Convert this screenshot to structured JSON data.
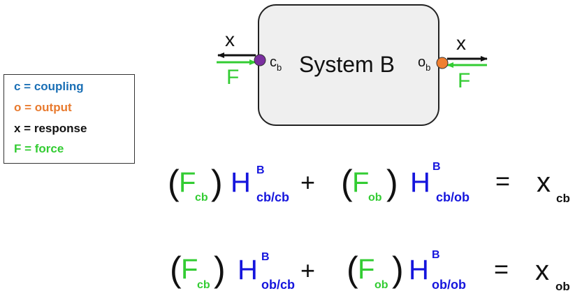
{
  "legend": {
    "coupling": "c = coupling",
    "output": "o = output",
    "response": "x =  response",
    "force": "F = force"
  },
  "system": {
    "label": "System B",
    "left_port": {
      "letter": "c",
      "sub": "b",
      "response": "x",
      "force": "F"
    },
    "right_port": {
      "letter": "o",
      "sub": "b",
      "response": "x",
      "force": "F"
    }
  },
  "colors": {
    "coupling": "#1a6fb5",
    "output": "#e87a2e",
    "response": "#111111",
    "force": "#33cc33",
    "frf": "#1515dd",
    "coupling_node": "#7b2fa0",
    "output_node": "#f07f30"
  },
  "equations": [
    {
      "term1": {
        "F": "F",
        "F_sub": "cb",
        "H": "H",
        "H_sup": "B",
        "H_sub": "cb/cb"
      },
      "plus": "+",
      "term2": {
        "F": "F",
        "F_sub": "ob",
        "H": "H",
        "H_sup": "B",
        "H_sub": "cb/ob"
      },
      "equals": "=",
      "x": "x",
      "x_sub": "cb"
    },
    {
      "term1": {
        "F": "F",
        "F_sub": "cb",
        "H": "H",
        "H_sup": "B",
        "H_sub": "ob/cb"
      },
      "plus": "+",
      "term2": {
        "F": "F",
        "F_sub": "ob",
        "H": "H",
        "H_sup": "B",
        "H_sub": "ob/ob"
      },
      "equals": "=",
      "x": "x",
      "x_sub": "ob"
    }
  ]
}
